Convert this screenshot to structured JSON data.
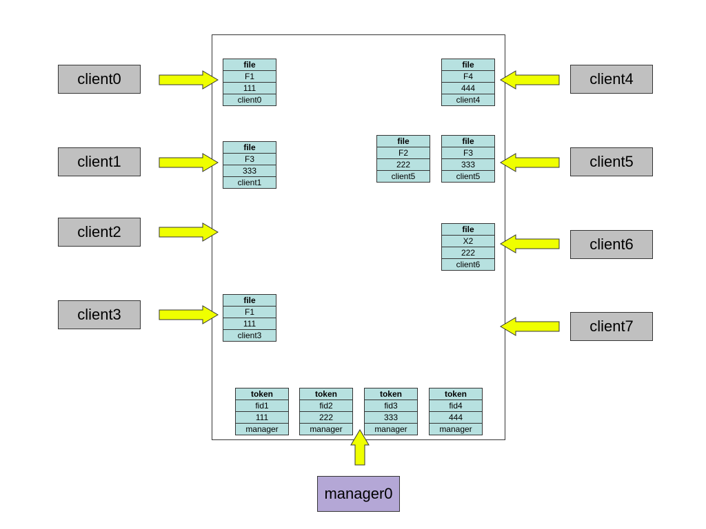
{
  "colors": {
    "client_fill": "#c0c0c0",
    "manager_fill": "#b4a7d6",
    "record_fill": "#b7e1e0",
    "arrow_fill": "#efff00"
  },
  "clients": [
    "client0",
    "client1",
    "client2",
    "client3",
    "client4",
    "client5",
    "client6",
    "client7"
  ],
  "manager": "manager0",
  "files": [
    {
      "header": "file",
      "name": "F1",
      "value": "111",
      "owner": "client0"
    },
    {
      "header": "file",
      "name": "F3",
      "value": "333",
      "owner": "client1"
    },
    {
      "header": "file",
      "name": "F1",
      "value": "111",
      "owner": "client3"
    },
    {
      "header": "file",
      "name": "F4",
      "value": "444",
      "owner": "client4"
    },
    {
      "header": "file",
      "name": "F2",
      "value": "222",
      "owner": "client5"
    },
    {
      "header": "file",
      "name": "F3",
      "value": "333",
      "owner": "client5"
    },
    {
      "header": "file",
      "name": "X2",
      "value": "222",
      "owner": "client6"
    }
  ],
  "tokens": [
    {
      "header": "token",
      "fid": "fid1",
      "value": "111",
      "owner": "manager"
    },
    {
      "header": "token",
      "fid": "fid2",
      "value": "222",
      "owner": "manager"
    },
    {
      "header": "token",
      "fid": "fid3",
      "value": "333",
      "owner": "manager"
    },
    {
      "header": "token",
      "fid": "fid4",
      "value": "444",
      "owner": "manager"
    }
  ]
}
